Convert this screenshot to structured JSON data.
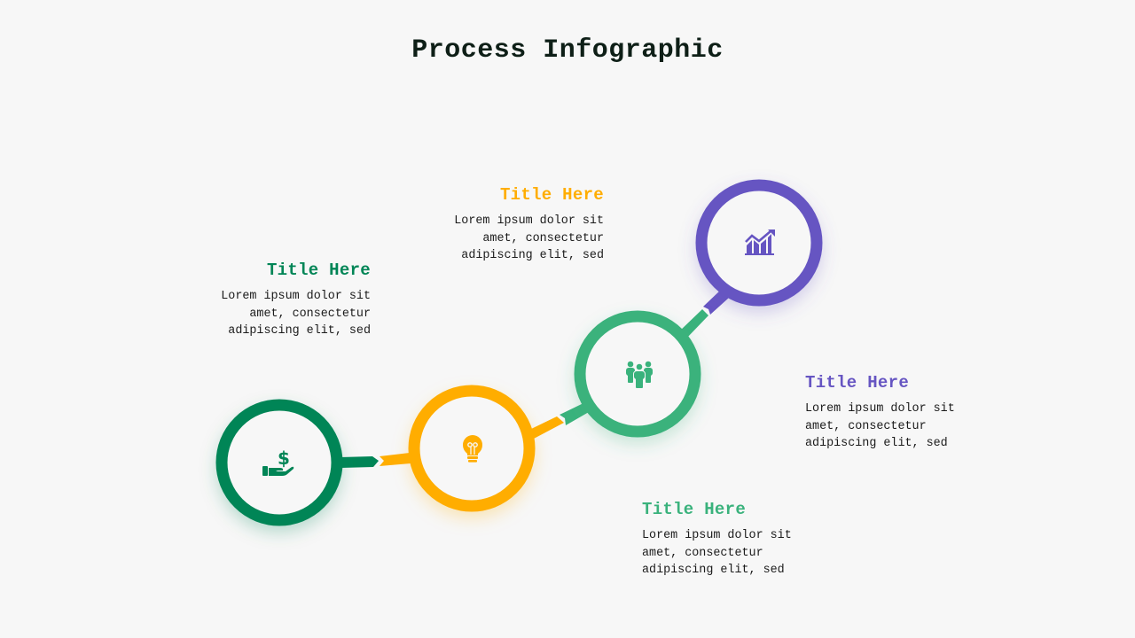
{
  "title": "Process Infographic",
  "steps": [
    {
      "title": "Title Here",
      "body": "Lorem ipsum dolor sit\namet, consectetur\nadipiscing elit, sed",
      "color": "#008556",
      "icon": "money-hand-icon"
    },
    {
      "title": "Title Here",
      "body": "Lorem ipsum dolor sit\namet, consectetur\nadipiscing elit, sed",
      "color": "#ffad00",
      "icon": "lightbulb-icon"
    },
    {
      "title": "Title Here",
      "body": "Lorem ipsum dolor sit\namet, consectetur\nadipiscing elit, sed",
      "color": "#3ab27c",
      "icon": "team-icon"
    },
    {
      "title": "Title Here",
      "body": "Lorem ipsum dolor sit\namet, consectetur\nadipiscing elit, sed",
      "color": "#6655c2",
      "icon": "growth-chart-icon"
    }
  ]
}
